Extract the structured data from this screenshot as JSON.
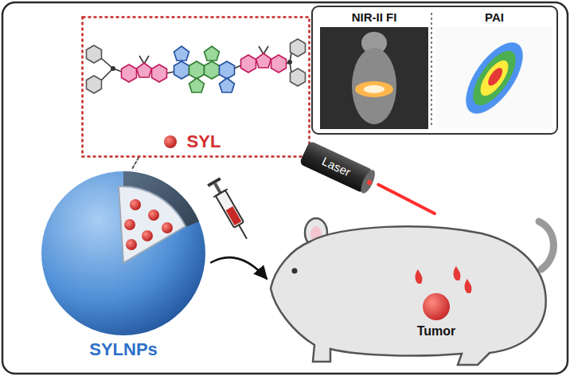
{
  "diagram": {
    "nodes": [
      {
        "text": [
          "SYL"
        ]
      },
      {
        "text": [
          "SYLNPs"
        ]
      },
      {
        "text": [
          "NIR-II FI"
        ]
      },
      {
        "text": [
          "PAI"
        ]
      },
      {
        "text": [
          "Laser"
        ]
      },
      {
        "text": [
          "Tumor"
        ]
      }
    ],
    "edges": [
      {
        "from": 0,
        "to": 1,
        "arrow": "none"
      },
      {
        "from": 1,
        "to": 5,
        "arrow": "to"
      },
      {
        "from": 4,
        "to": 5,
        "arrow": "none"
      }
    ]
  }
}
